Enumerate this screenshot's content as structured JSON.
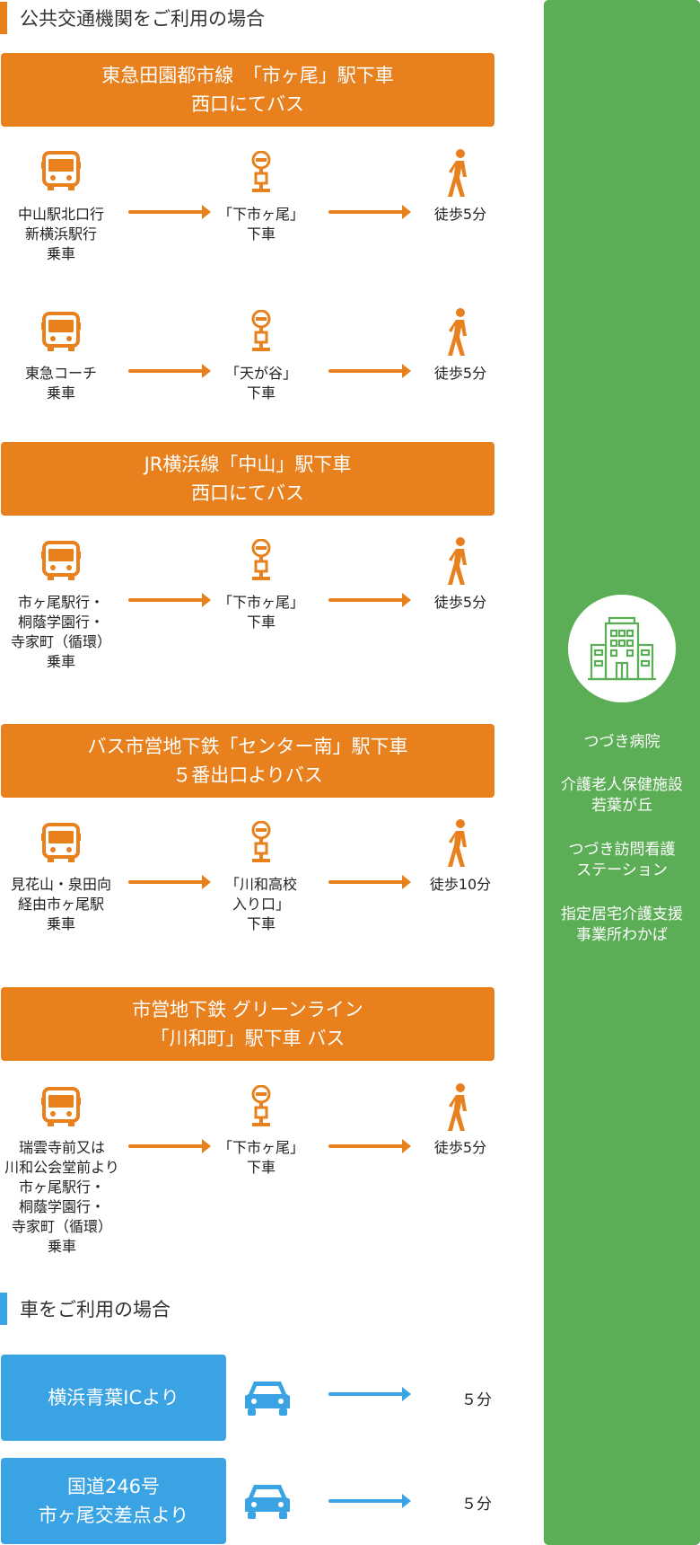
{
  "public_transport": {
    "title": "公共交通機関をご利用の場合",
    "routes": [
      {
        "header": [
          "東急田園都市線　「市ヶ尾」駅下車",
          "西口にてバス"
        ],
        "rows": [
          {
            "board": [
              "中山駅北口行",
              "新横浜駅行",
              "乗車"
            ],
            "alight": [
              "「下市ヶ尾」",
              "下車"
            ],
            "walk": "徒歩5分"
          },
          {
            "board": [
              "東急コーチ",
              "乗車"
            ],
            "alight": [
              "「天が谷」",
              "下車"
            ],
            "walk": "徒歩5分"
          }
        ]
      },
      {
        "header": [
          "JR横浜線「中山」駅下車",
          "西口にてバス"
        ],
        "rows": [
          {
            "board": [
              "市ヶ尾駅行・",
              "桐蔭学園行・",
              "寺家町（循環）",
              "乗車"
            ],
            "alight": [
              "「下市ヶ尾」",
              "下車"
            ],
            "walk": "徒歩5分"
          }
        ]
      },
      {
        "header": [
          "バス市営地下鉄「センター南」駅下車",
          "５番出口よりバス"
        ],
        "rows": [
          {
            "board": [
              "見花山・泉田向",
              "経由市ヶ尾駅",
              "乗車"
            ],
            "alight": [
              "「川和高校",
              "入り口」",
              "下車"
            ],
            "walk": "徒歩10分"
          }
        ]
      },
      {
        "header": [
          "市営地下鉄 グリーンライン",
          "「川和町」駅下車 バス"
        ],
        "rows": [
          {
            "board": [
              "瑞雲寺前又は",
              "川和公会堂前より",
              "市ヶ尾駅行・",
              "桐蔭学園行・",
              "寺家町（循環）",
              "乗車"
            ],
            "alight": [
              "「下市ヶ尾」",
              "下車"
            ],
            "walk": "徒歩5分"
          }
        ]
      }
    ]
  },
  "car": {
    "title": "車をご利用の場合",
    "routes": [
      {
        "label": [
          "横浜青葉ICより"
        ],
        "time": "５分"
      },
      {
        "label": [
          "国道246号",
          "市ヶ尾交差点より"
        ],
        "time": "５分"
      }
    ]
  },
  "facilities": [
    [
      "つづき病院"
    ],
    [
      "介護老人保健施設",
      "若葉が丘"
    ],
    [
      "つづき訪問看護",
      "ステーション"
    ],
    [
      "指定居宅介護支援",
      "事業所わかば"
    ]
  ],
  "colors": {
    "orange": "#E8801E",
    "blue": "#3AA3E3",
    "green": "#5BAE55"
  },
  "icons": {
    "bus": "bus-icon",
    "stop": "bus-stop-icon",
    "walk": "walking-person-icon",
    "car": "car-icon",
    "hospital": "hospital-building-icon"
  }
}
